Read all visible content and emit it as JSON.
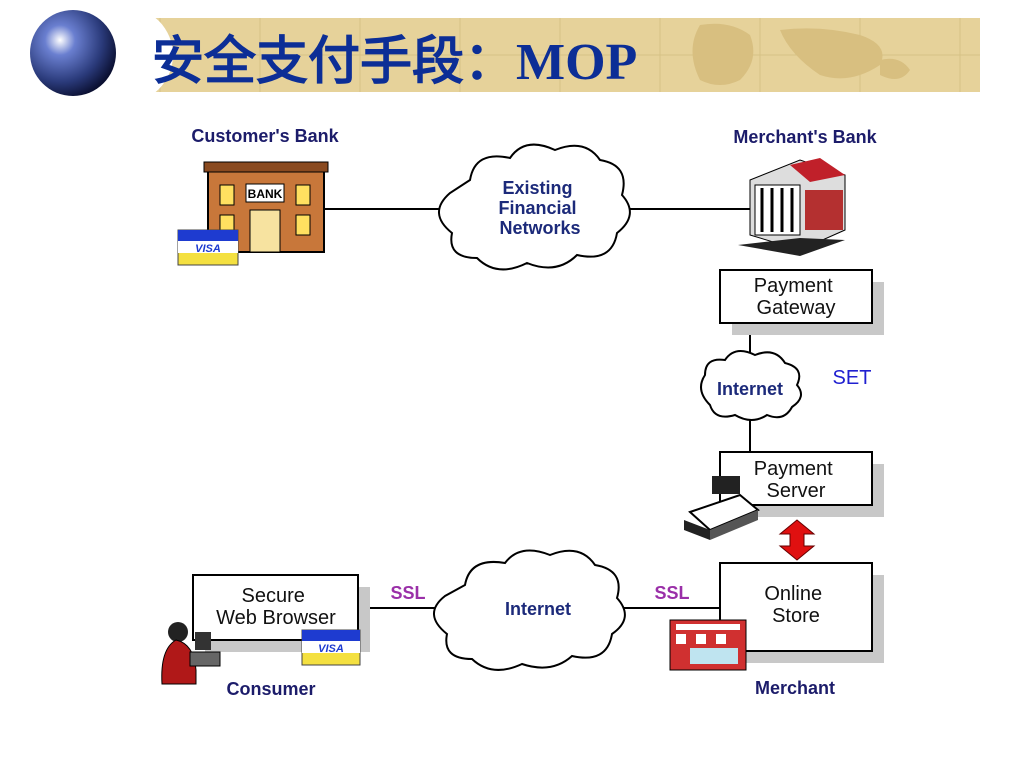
{
  "title": "安全支付手段：MOP",
  "colors": {
    "banner": "#e6d29a",
    "title": "#0c2e96",
    "label": "#1c1c6a",
    "ssl": "#9a2fa8",
    "set": "#2020d0",
    "arrow": "#e01010"
  },
  "nodes": {
    "customers_bank": "Customer's Bank",
    "merchants_bank": "Merchant's Bank",
    "financial_networks": [
      "Existing",
      "Financial",
      "Networks"
    ],
    "payment_gateway": [
      "Payment",
      "Gateway"
    ],
    "internet_top": "Internet",
    "set": "SET",
    "payment_server": [
      "Payment",
      "Server"
    ],
    "online_store": [
      "Online",
      "Store"
    ],
    "merchant": "Merchant",
    "secure_browser": [
      "Secure",
      "Web Browser"
    ],
    "consumer": "Consumer",
    "internet_bottom": "Internet",
    "ssl_left": "SSL",
    "ssl_right": "SSL"
  },
  "icons": {
    "bank_sign": "BANK",
    "visa": "VISA"
  }
}
